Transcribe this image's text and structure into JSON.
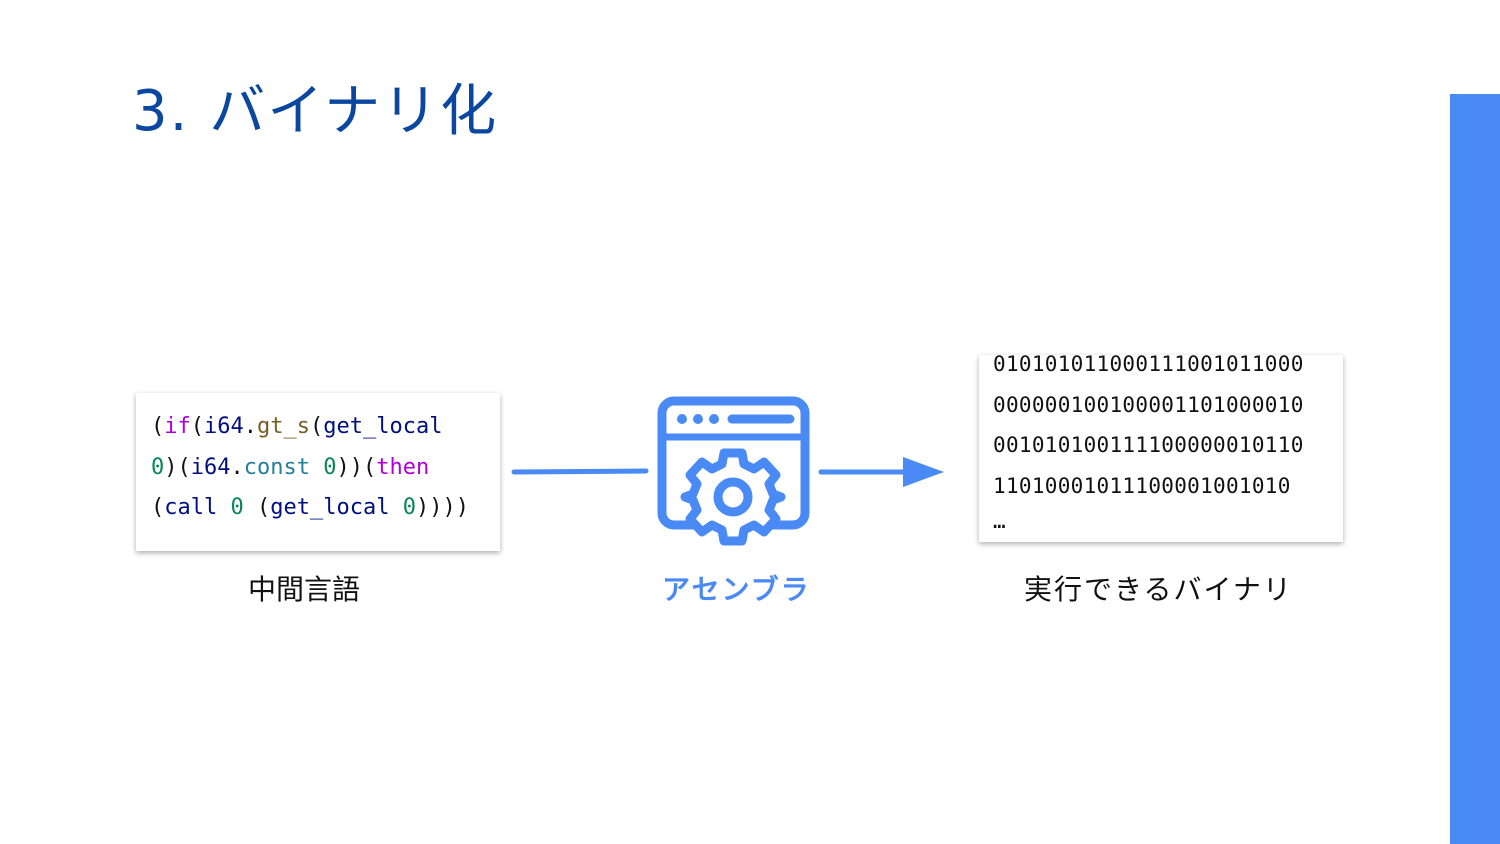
{
  "slide": {
    "title": "3. バイナリ化"
  },
  "code_card": {
    "lines": [
      [
        {
          "t": "(",
          "c": "paren"
        },
        {
          "t": "if",
          "c": "kw"
        },
        {
          "t": "(",
          "c": "paren"
        },
        {
          "t": "i64",
          "c": "id"
        },
        {
          "t": ".",
          "c": "paren"
        },
        {
          "t": "gt_s",
          "c": "fn"
        },
        {
          "t": "(",
          "c": "paren"
        },
        {
          "t": "get_local",
          "c": "id"
        }
      ],
      [
        {
          "t": "0",
          "c": "num"
        },
        {
          "t": ")(",
          "c": "paren"
        },
        {
          "t": "i64",
          "c": "id"
        },
        {
          "t": ".",
          "c": "paren"
        },
        {
          "t": "const",
          "c": "op"
        },
        {
          "t": " ",
          "c": "paren"
        },
        {
          "t": "0",
          "c": "num"
        },
        {
          "t": "))(",
          "c": "paren"
        },
        {
          "t": "then",
          "c": "kw"
        }
      ],
      [
        {
          "t": "(",
          "c": "paren"
        },
        {
          "t": "call",
          "c": "id"
        },
        {
          "t": " ",
          "c": "paren"
        },
        {
          "t": "0",
          "c": "num"
        },
        {
          "t": " (",
          "c": "paren"
        },
        {
          "t": "get_local",
          "c": "id"
        },
        {
          "t": " ",
          "c": "paren"
        },
        {
          "t": "0",
          "c": "num"
        },
        {
          "t": "))))",
          "c": "paren"
        }
      ]
    ]
  },
  "binary_card": {
    "lines": [
      "010101011000111001011000",
      "000000100100001101000010",
      "001010100111100000010110",
      "11010001011100001001010"
    ],
    "ellipsis": "…"
  },
  "captions": {
    "ir": "中間言語",
    "assembler": "アセンブラ",
    "binary": "実行できるバイナリ"
  },
  "icons": {
    "assembler": "gear-window-icon",
    "arrow": "arrow-right-icon"
  },
  "colors": {
    "title": "#0b47a1",
    "accent": "#4a8af4",
    "text": "#111111"
  }
}
